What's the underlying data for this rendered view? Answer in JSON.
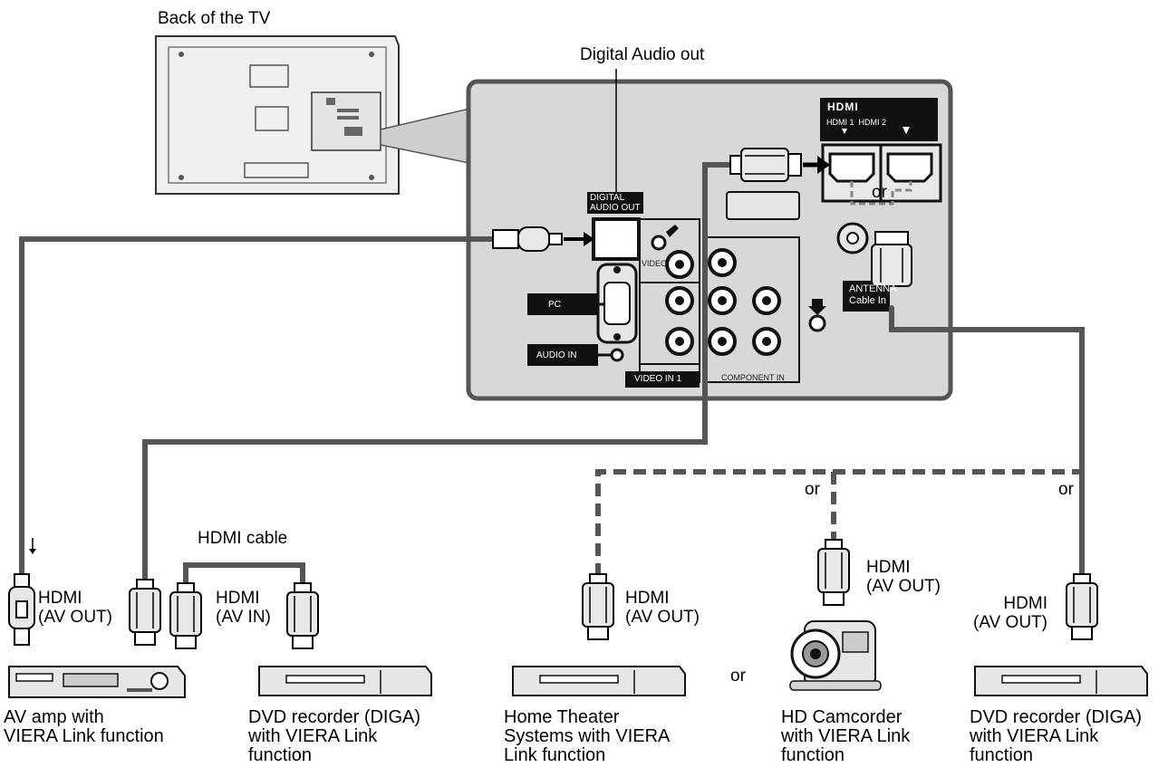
{
  "labels": {
    "back_of_tv": "Back of the TV",
    "digital_audio_out": "Digital Audio out",
    "hdmi_cable": "HDMI cable",
    "or_hdmi_ports": "or",
    "or_branch_center": "or",
    "or_branch_right": "or",
    "or_devices": "or"
  },
  "panel": {
    "hdmi_logo": "HDMI",
    "hdmi_ports": "HDMI 1  HDMI 2",
    "digital_audio_out": "DIGITAL\nAUDIO OUT",
    "pc": "PC",
    "audio_in": "AUDIO IN",
    "video_in_1": "VIDEO IN 1",
    "component_in": "COMPONENT IN",
    "antenna": "ANTENNA\nCable In",
    "video": "VIDEO"
  },
  "plugs": {
    "av_amp_plug": "HDMI\n(AV OUT)",
    "dvd_left_plug": "HDMI\n(AV IN)",
    "home_theater_plug": "HDMI\n(AV OUT)",
    "camcorder_plug": "HDMI\n(AV OUT)",
    "dvd_right_plug": "HDMI\n(AV OUT)"
  },
  "devices": {
    "av_amp": "AV amp with\nVIERA Link function",
    "dvd_left": "DVD recorder (DIGA)\nwith VIERA Link\nfunction",
    "home_theater": "Home Theater\nSystems with VIERA\nLink function",
    "camcorder": "HD Camcorder\nwith VIERA Link\nfunction",
    "dvd_right": "DVD recorder (DIGA)\nwith VIERA Link\nfunction"
  }
}
